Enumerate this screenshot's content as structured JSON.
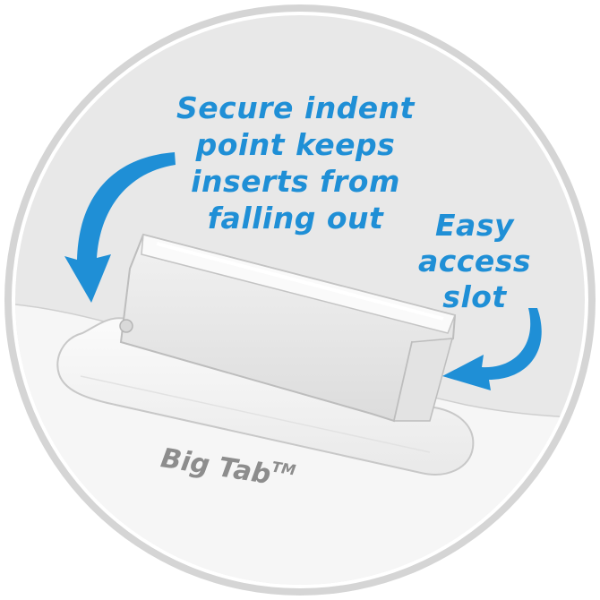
{
  "callouts": {
    "indent_point": [
      "Secure indent",
      "point keeps",
      "inserts from",
      "falling out"
    ],
    "access_slot": [
      "Easy",
      "access",
      "slot"
    ]
  },
  "product": {
    "name": "Big Tab",
    "trademark": "TM"
  },
  "colors": {
    "accent": "#1f8fd6",
    "background_disc": "#e8e8e8",
    "tab_surface": "#f7f7f7",
    "label_gray": "#8d8d8d"
  }
}
